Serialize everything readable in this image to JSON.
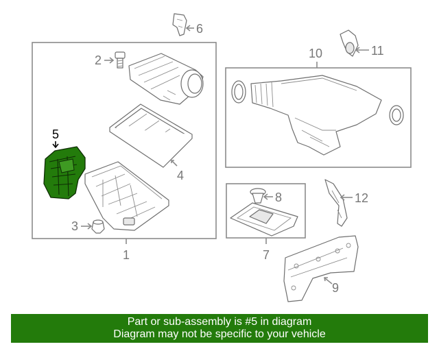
{
  "diagram": {
    "callouts": [
      {
        "id": "callout-1",
        "label": "1"
      },
      {
        "id": "callout-2",
        "label": "2"
      },
      {
        "id": "callout-3",
        "label": "3"
      },
      {
        "id": "callout-4",
        "label": "4"
      },
      {
        "id": "callout-5",
        "label": "5"
      },
      {
        "id": "callout-6",
        "label": "6"
      },
      {
        "id": "callout-7",
        "label": "7"
      },
      {
        "id": "callout-8",
        "label": "8"
      },
      {
        "id": "callout-9",
        "label": "9"
      },
      {
        "id": "callout-10",
        "label": "10"
      },
      {
        "id": "callout-11",
        "label": "11"
      },
      {
        "id": "callout-12",
        "label": "12"
      }
    ],
    "highlighted_part": "5",
    "highlight_color": "#237b0b"
  },
  "banner": {
    "line1": "Part or sub-assembly is #5 in diagram",
    "line2": "Diagram may not be specific to your vehicle",
    "background": "#237b0b"
  }
}
